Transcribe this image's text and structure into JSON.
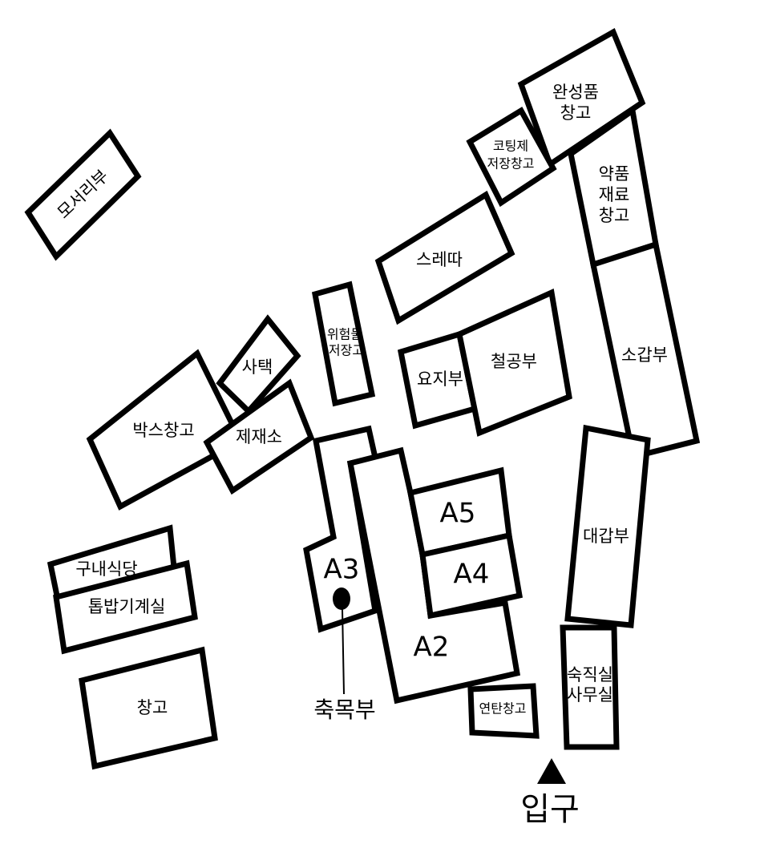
{
  "buildings": {
    "mosuri": "모서리부",
    "wansungpum_1": "완성품",
    "wansungpum_2": "창고",
    "coating_1": "코팅제",
    "coating_2": "저장창고",
    "yakpum_1": "약품",
    "yakpum_2": "재료",
    "yakpum_3": "창고",
    "sredda": "스레따",
    "wiheom_1": "위험물",
    "wiheom_2": "저장고",
    "satek": "사택",
    "boxchanggo": "박스창고",
    "jejaeso": "제재소",
    "yoji": "요지부",
    "cheolgong": "철공부",
    "sogap": "소갑부",
    "a5": "A5",
    "a4": "A4",
    "a3": "A3",
    "a2": "A2",
    "daegap": "대갑부",
    "gunae": "구내식당",
    "tombap": "톱밥기계실",
    "changgo": "창고",
    "yeontan": "연탄창고",
    "sukjik_1": "숙직실",
    "sukjik_2": "사무실"
  },
  "markers": {
    "chukmok": "축목부",
    "entrance": "입구"
  }
}
